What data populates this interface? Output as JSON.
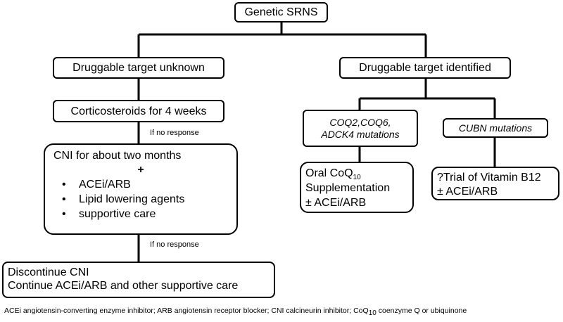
{
  "root": "Genetic SRNS",
  "left": {
    "heading": "Druggable target unknown",
    "step1": "Corticosteroids for 4 weeks",
    "note1": "If no response",
    "cni_box": {
      "title": "CNI for about two months",
      "plus": "+",
      "bullets": [
        "ACEi/ARB",
        "Lipid lowering agents",
        "supportive care"
      ]
    },
    "note2": "If no response",
    "final": {
      "line1": "Discontinue CNI",
      "line2": "Continue ACEi/ARB and other supportive care"
    }
  },
  "right": {
    "heading": "Druggable target identified",
    "branch_a": {
      "label_line1": "COQ2,COQ6,",
      "label_line2": "ADCK4 mutations",
      "treatment_line1_prefix": "Oral CoQ",
      "treatment_line1_sub": "10",
      "treatment_line2": "Supplementation",
      "treatment_line3": "± ACEi/ARB"
    },
    "branch_b": {
      "label": "CUBN mutations",
      "treatment_line1": "?Trial of Vitamin B12",
      "treatment_line2": "± ACEi/ARB"
    }
  },
  "footer": {
    "text_before_sub": "ACEi angiotensin-converting enzyme inhibitor; ARB angiotensin receptor blocker; CNI calcineurin inhibitor; CoQ",
    "sub": "10",
    "text_after_sub": " coenzyme Q or ubiquinone"
  }
}
